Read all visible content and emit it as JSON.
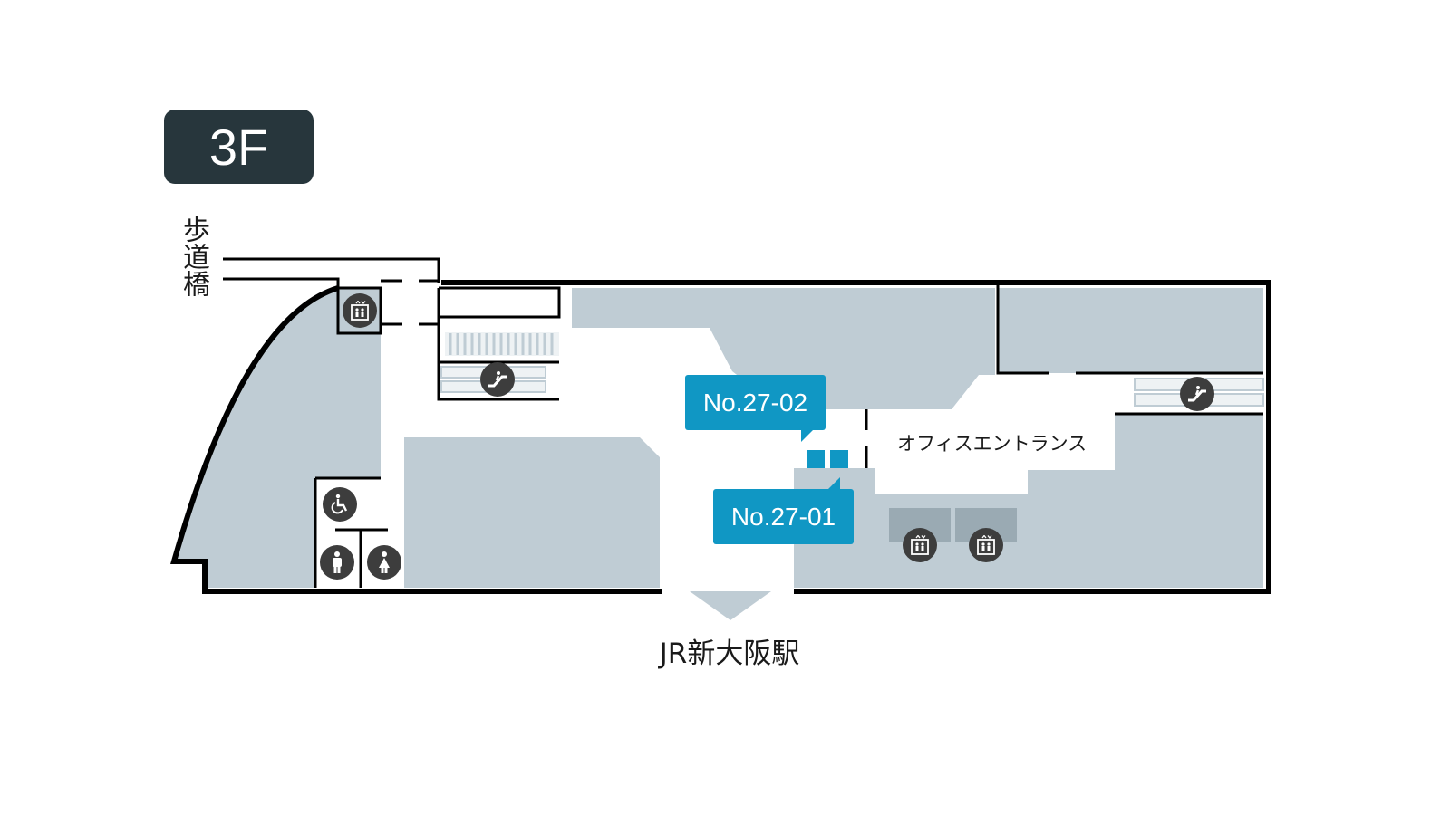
{
  "floor": {
    "label": "3F"
  },
  "areas": {
    "bridge": "歩道橋",
    "office_entrance": "オフィスエントランス",
    "station": "JR新大阪駅"
  },
  "stations": {
    "upper": {
      "id": "No.27-02"
    },
    "lower": {
      "id": "No.27-01"
    }
  },
  "colors": {
    "tenant_fill": "#bfccd4",
    "corridor": "#ffffff",
    "walls": "#000000",
    "callout": "#1097c4",
    "badge": "#27363c",
    "icon_bg": "#3d3d3d"
  },
  "icons": [
    "elevator-icon",
    "escalator-icon",
    "wheelchair-icon",
    "mens-restroom-icon",
    "womens-restroom-icon"
  ]
}
